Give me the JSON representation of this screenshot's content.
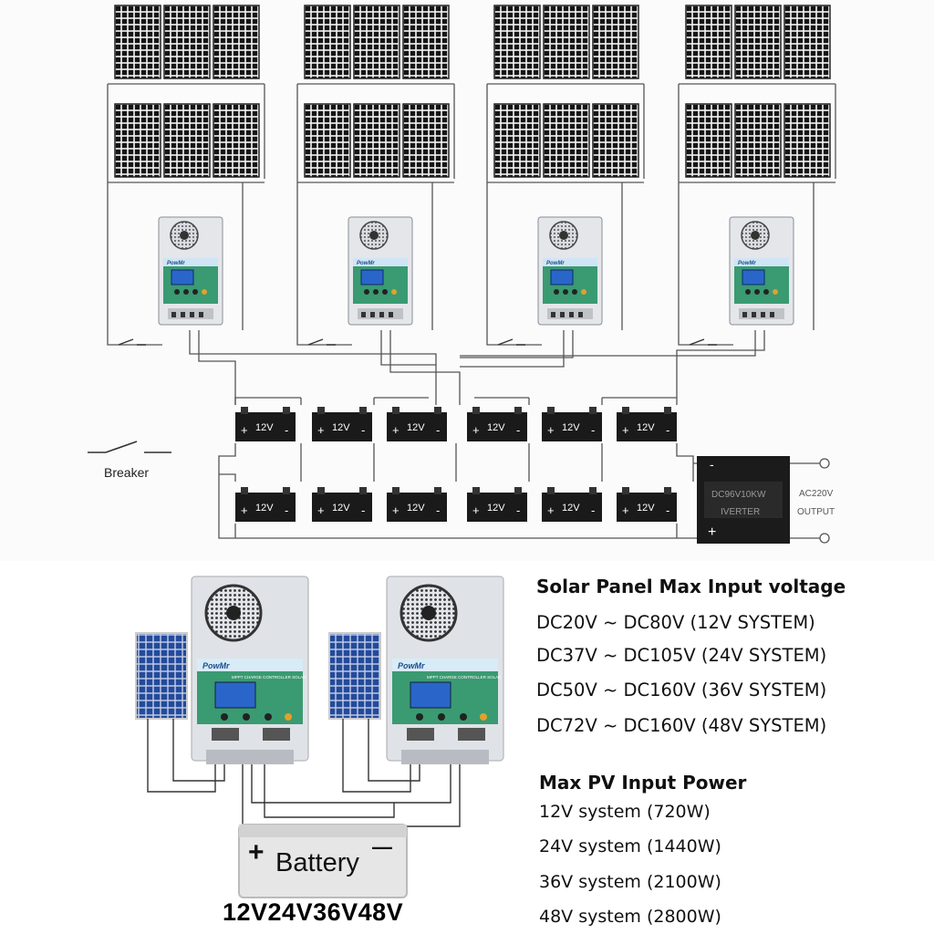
{
  "wiring": {
    "panel_count": 24,
    "controller_count": 4,
    "battery_cells": [
      "12V",
      "12V",
      "12V",
      "12V",
      "12V",
      "12V",
      "12V",
      "12V",
      "12V",
      "12V",
      "12V",
      "12V"
    ],
    "breaker_label": "Breaker",
    "inverter_label": "DC96V10KW",
    "inverter_label2": "IVERTER",
    "output_label": "AC220V",
    "output_label2": "OUTPUT",
    "controller_brand": "PowMr"
  },
  "controllers_bottom": {
    "brand": "PowMr",
    "subtitle": "MPPT CHARGE CONTROLLER SOLAR"
  },
  "battery": {
    "label": "Battery",
    "plus": "+",
    "minus": "—",
    "voltages": "12V24V36V48V"
  },
  "specs": {
    "heading1": "Solar Panel Max Input voltage",
    "voltage_rows": [
      "DC20V ~ DC80V (12V SYSTEM)",
      "DC37V ~ DC105V (24V SYSTEM)",
      "DC50V ~ DC160V (36V SYSTEM)",
      "DC72V ~ DC160V (48V SYSTEM)"
    ],
    "heading2": "Max PV Input Power",
    "power_rows": [
      "12V system (720W)",
      "24V system (1440W)",
      "36V system (2100W)",
      "48V system (2800W)"
    ]
  },
  "colors": {
    "panel_dark": "#1e1e1e",
    "panel_blue": "#2a4d9e",
    "controller_green": "#3a9a72",
    "battery_body": "#1a1a1a",
    "line": "#555555"
  }
}
